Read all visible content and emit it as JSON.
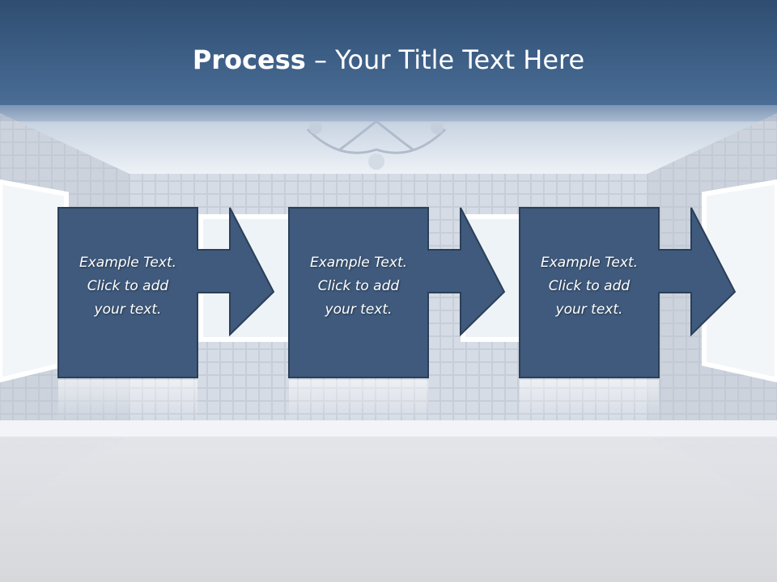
{
  "title": {
    "bold": "Process",
    "rest": " – Your Title Text Here"
  },
  "steps": [
    {
      "text": "Example Text.\nClick  to add\nyour text."
    },
    {
      "text": "Example Text.\nClick  to add\nyour text."
    },
    {
      "text": "Example Text.\nClick  to add\nyour text."
    }
  ],
  "colors": {
    "header": "#3d5f86",
    "box_fill": "#3f5a7c",
    "box_border": "#2b3f58",
    "text": "#ffffff"
  }
}
